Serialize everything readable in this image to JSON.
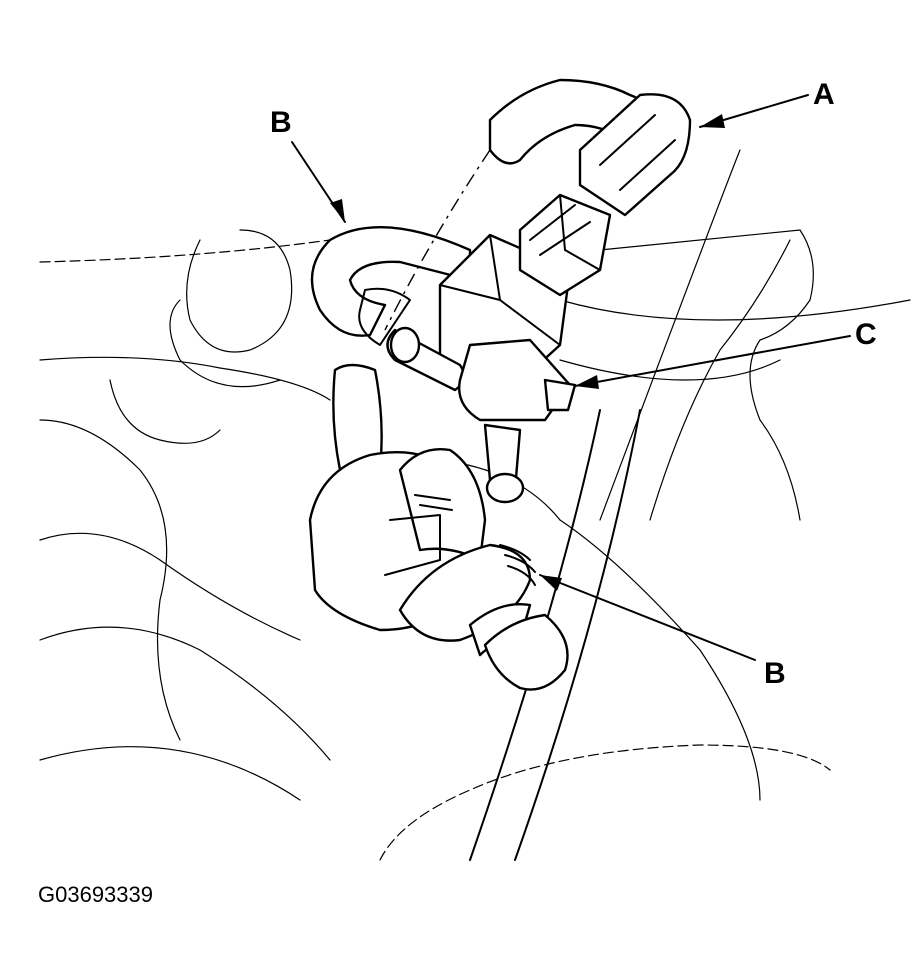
{
  "callouts": {
    "a": "A",
    "b_upper": "B",
    "c": "C",
    "b_lower": "B"
  },
  "figure_id": "G03693339"
}
